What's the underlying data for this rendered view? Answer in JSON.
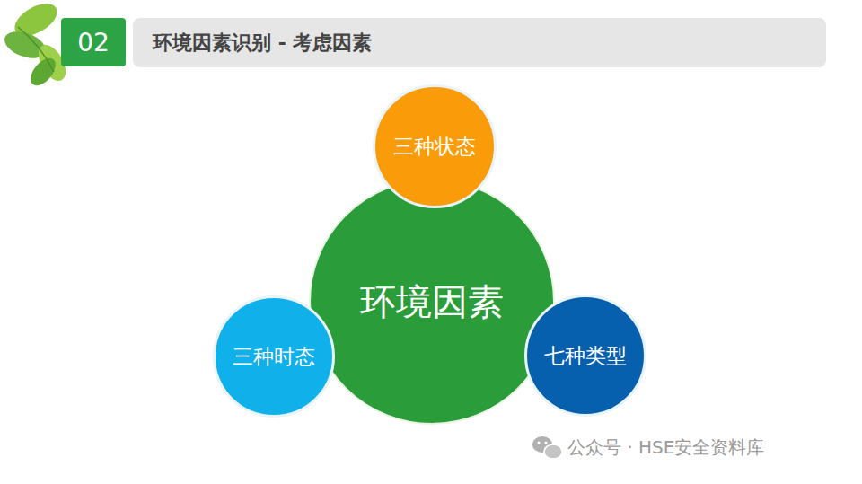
{
  "diagram": {
    "title": "环境因素识别 - 考虑因素",
    "nodes": [
      {
        "text": [
          "02"
        ]
      },
      {
        "text": [
          "三种状态"
        ]
      },
      {
        "text": [
          "环境因素"
        ]
      },
      {
        "text": [
          "三种时态"
        ]
      },
      {
        "text": [
          "七种类型"
        ]
      }
    ],
    "labels": [
      "公众号 · HSE安全资料库"
    ]
  }
}
